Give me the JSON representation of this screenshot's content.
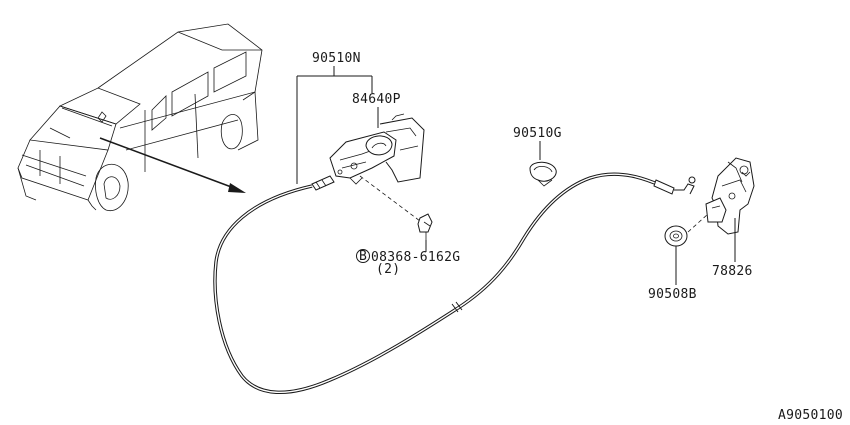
{
  "labels": {
    "assembly": "90510N",
    "handle": "84640P",
    "clip": "90510G",
    "bolt_code": "08368-6162G",
    "bolt_badge": "B",
    "bolt_qty": "(2)",
    "grommet": "90508B",
    "lock": "78826",
    "figure_id": "A9050100"
  }
}
